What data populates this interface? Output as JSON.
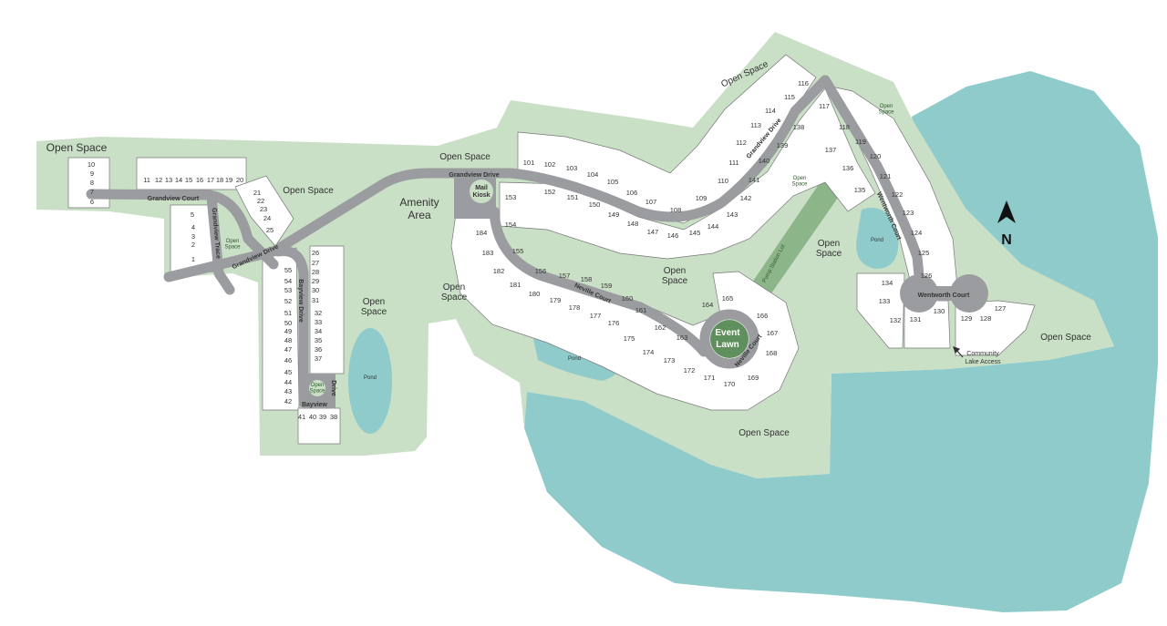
{
  "colors": {
    "land": "#c9dfc6",
    "lake": "#8fcbcb",
    "road": "#9a9c9f",
    "lots": "#ffffff",
    "pump_lot": "#8db58a",
    "event_lawn": "#5f8f5c"
  },
  "compass": {
    "label": "N",
    "icon": "north-arrow-icon"
  },
  "lots": [
    "1",
    "2",
    "3",
    "4",
    "5",
    "6",
    "7",
    "8",
    "9",
    "10",
    "11",
    "12",
    "13",
    "14",
    "15",
    "16",
    "17",
    "18",
    "19",
    "20",
    "21",
    "22",
    "23",
    "24",
    "25",
    "26",
    "27",
    "28",
    "29",
    "30",
    "31",
    "32",
    "33",
    "34",
    "35",
    "36",
    "37",
    "38",
    "39",
    "40",
    "41",
    "42",
    "43",
    "44",
    "45",
    "46",
    "47",
    "48",
    "49",
    "50",
    "51",
    "52",
    "53",
    "54",
    "55",
    "101",
    "102",
    "103",
    "104",
    "105",
    "106",
    "107",
    "108",
    "109",
    "110",
    "111",
    "112",
    "113",
    "114",
    "115",
    "116",
    "117",
    "118",
    "119",
    "120",
    "121",
    "122",
    "123",
    "124",
    "125",
    "126",
    "127",
    "128",
    "129",
    "130",
    "131",
    "132",
    "133",
    "134",
    "135",
    "136",
    "137",
    "138",
    "139",
    "140",
    "141",
    "142",
    "143",
    "144",
    "145",
    "146",
    "147",
    "148",
    "149",
    "150",
    "151",
    "152",
    "153",
    "154",
    "155",
    "156",
    "157",
    "158",
    "159",
    "160",
    "161",
    "162",
    "163",
    "164",
    "165",
    "166",
    "167",
    "168",
    "169",
    "170",
    "171",
    "172",
    "173",
    "174",
    "175",
    "176",
    "177",
    "178",
    "179",
    "180",
    "181",
    "182",
    "183",
    "184"
  ],
  "open_space_labels": [
    "Open Space",
    "Open Space",
    "Open Space",
    "Open Space",
    "Open Space",
    "Open Space",
    "Open Space",
    "Open Space",
    "Open Space",
    "Open Space",
    "Open Space"
  ],
  "small_open_space_labels": [
    "Open Space",
    "Open Space",
    "Open Space",
    "Open Space"
  ],
  "areas": {
    "amenity": [
      "Amenity",
      "Area"
    ],
    "mail_kiosk": [
      "Mail",
      "Kiosk"
    ],
    "event_lawn": [
      "Event",
      "Lawn"
    ],
    "pond": "Pond",
    "lake_access": [
      "Community",
      "Lake Access"
    ],
    "pump_station": "Pump Station Lot"
  },
  "roads": [
    "Grandview Court",
    "Grandview Trace",
    "Grandview Drive",
    "Grandview Drive",
    "Grandview Drive",
    "Bayview Drive",
    "Bayview",
    "Drive",
    "Neville Court",
    "Neville Court",
    "Wentworth Court",
    "Wentworth Court"
  ]
}
